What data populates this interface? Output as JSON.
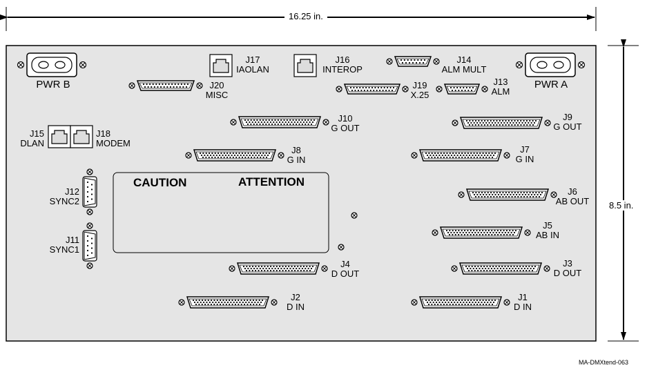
{
  "dimensions": {
    "width_label": "16.25 in.",
    "height_label": "8.5 in."
  },
  "figure_id": "MA-DMXtend-063",
  "caution": {
    "en": "CAUTION",
    "fr": "ATTENTION"
  },
  "labels": {
    "pwr_b": "PWR B",
    "pwr_a": "PWR A",
    "j17": {
      "id": "J17",
      "name": "IAOLAN"
    },
    "j16": {
      "id": "J16",
      "name": "INTEROP"
    },
    "j14": {
      "id": "J14",
      "name": "ALM MULT"
    },
    "j20": {
      "id": "J20",
      "name": "MISC"
    },
    "j19": {
      "id": "J19",
      "name": "X.25"
    },
    "j13": {
      "id": "J13",
      "name": "ALM"
    },
    "j15": {
      "id": "J15",
      "name": "DLAN"
    },
    "j18": {
      "id": "J18",
      "name": "MODEM"
    },
    "j10": {
      "id": "J10",
      "name": "G OUT"
    },
    "j9": {
      "id": "J9",
      "name": "G OUT"
    },
    "j8": {
      "id": "J8",
      "name": "G IN"
    },
    "j7": {
      "id": "J7",
      "name": "G IN"
    },
    "j12": {
      "id": "J12",
      "name": "SYNC2"
    },
    "j11": {
      "id": "J11",
      "name": "SYNC1"
    },
    "j6": {
      "id": "J6",
      "name": "AB OUT"
    },
    "j5": {
      "id": "J5",
      "name": "AB IN"
    },
    "j4": {
      "id": "J4",
      "name": "D OUT"
    },
    "j3": {
      "id": "J3",
      "name": "D OUT"
    },
    "j2": {
      "id": "J2",
      "name": "D IN"
    },
    "j1": {
      "id": "J1",
      "name": "D IN"
    }
  }
}
